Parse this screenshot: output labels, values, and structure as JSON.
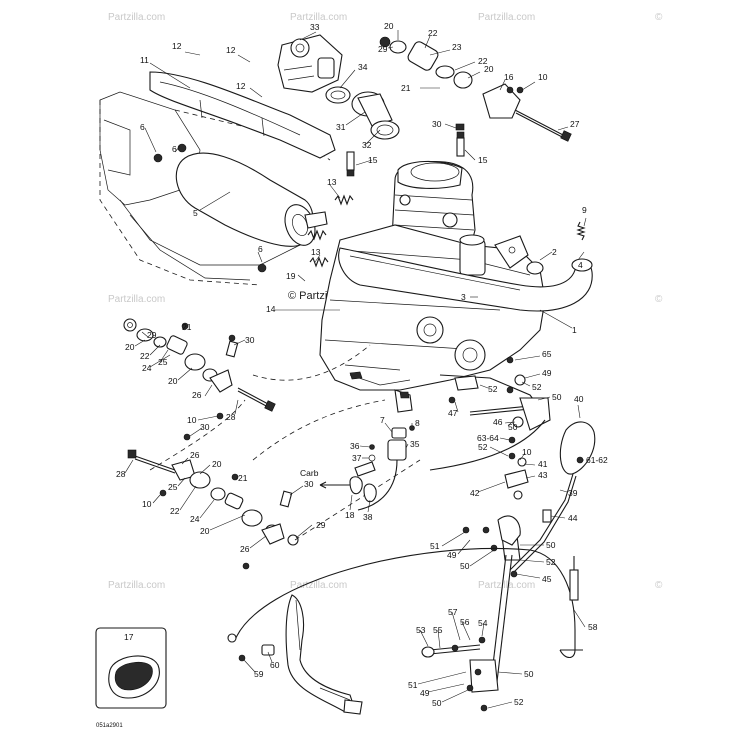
{
  "watermark": "Partzilla.com",
  "center_watermark": "© Partzilla.com",
  "carb_label": "Carb",
  "drawing_code": "051a2901",
  "inset_label": "17",
  "callouts": [
    {
      "id": "c12a",
      "text": "12"
    },
    {
      "id": "c12b",
      "text": "12"
    },
    {
      "id": "c12c",
      "text": "12"
    },
    {
      "id": "c11",
      "text": "11"
    },
    {
      "id": "c33",
      "text": "33"
    },
    {
      "id": "c34",
      "text": "34"
    },
    {
      "id": "c31",
      "text": "31"
    },
    {
      "id": "c32",
      "text": "32"
    },
    {
      "id": "c20a",
      "text": "20"
    },
    {
      "id": "c29a",
      "text": "29"
    },
    {
      "id": "c22a",
      "text": "22"
    },
    {
      "id": "c23",
      "text": "23"
    },
    {
      "id": "c22b",
      "text": "22"
    },
    {
      "id": "c20b",
      "text": "20"
    },
    {
      "id": "c21a",
      "text": "21"
    },
    {
      "id": "c16",
      "text": "16"
    },
    {
      "id": "c10a",
      "text": "10"
    },
    {
      "id": "c30a",
      "text": "30"
    },
    {
      "id": "c27",
      "text": "27"
    },
    {
      "id": "c15a",
      "text": "15"
    },
    {
      "id": "c15b",
      "text": "15"
    },
    {
      "id": "c6a",
      "text": "6"
    },
    {
      "id": "c6b",
      "text": "6"
    },
    {
      "id": "c5",
      "text": "5"
    },
    {
      "id": "c6c",
      "text": "6"
    },
    {
      "id": "c13a",
      "text": "13"
    },
    {
      "id": "c13b",
      "text": "13"
    },
    {
      "id": "c19",
      "text": "19"
    },
    {
      "id": "c14",
      "text": "14"
    },
    {
      "id": "c9",
      "text": "9"
    },
    {
      "id": "c2",
      "text": "2"
    },
    {
      "id": "c4",
      "text": "4"
    },
    {
      "id": "c3",
      "text": "3"
    },
    {
      "id": "c1",
      "text": "1"
    },
    {
      "id": "c29b",
      "text": "29"
    },
    {
      "id": "c21b",
      "text": "21"
    },
    {
      "id": "c20c",
      "text": "20"
    },
    {
      "id": "c22c",
      "text": "22"
    },
    {
      "id": "c25a",
      "text": "25"
    },
    {
      "id": "c24a",
      "text": "24"
    },
    {
      "id": "c20d",
      "text": "20"
    },
    {
      "id": "c30b",
      "text": "30"
    },
    {
      "id": "c26a",
      "text": "26"
    },
    {
      "id": "c28a",
      "text": "28"
    },
    {
      "id": "c10b",
      "text": "10"
    },
    {
      "id": "c30c",
      "text": "30"
    },
    {
      "id": "c65",
      "text": "65"
    },
    {
      "id": "c49a",
      "text": "49"
    },
    {
      "id": "c52a",
      "text": "52"
    },
    {
      "id": "c52b",
      "text": "52"
    },
    {
      "id": "c50a",
      "text": "50"
    },
    {
      "id": "c40",
      "text": "40"
    },
    {
      "id": "c47",
      "text": "47"
    },
    {
      "id": "c46",
      "text": "46"
    },
    {
      "id": "c50b",
      "text": "50"
    },
    {
      "id": "c6364",
      "text": "63-64"
    },
    {
      "id": "c52c",
      "text": "52"
    },
    {
      "id": "c7",
      "text": "7"
    },
    {
      "id": "c8",
      "text": "8"
    },
    {
      "id": "c36",
      "text": "36"
    },
    {
      "id": "c35",
      "text": "35"
    },
    {
      "id": "c37",
      "text": "37"
    },
    {
      "id": "c10c",
      "text": "10"
    },
    {
      "id": "c41",
      "text": "41"
    },
    {
      "id": "c43",
      "text": "43"
    },
    {
      "id": "c6162",
      "text": "61-62"
    },
    {
      "id": "c28b",
      "text": "28"
    },
    {
      "id": "c26b",
      "text": "26"
    },
    {
      "id": "c20e",
      "text": "20"
    },
    {
      "id": "c21c",
      "text": "21"
    },
    {
      "id": "c25b",
      "text": "25"
    },
    {
      "id": "c10d",
      "text": "10"
    },
    {
      "id": "c22d",
      "text": "22"
    },
    {
      "id": "c24b",
      "text": "24"
    },
    {
      "id": "c20f",
      "text": "20"
    },
    {
      "id": "c30d",
      "text": "30"
    },
    {
      "id": "c18",
      "text": "18"
    },
    {
      "id": "c38",
      "text": "38"
    },
    {
      "id": "c42",
      "text": "42"
    },
    {
      "id": "c39",
      "text": "39"
    },
    {
      "id": "c44",
      "text": "44"
    },
    {
      "id": "c29c",
      "text": "29"
    },
    {
      "id": "c26c",
      "text": "26"
    },
    {
      "id": "c51a",
      "text": "51"
    },
    {
      "id": "c49b",
      "text": "49"
    },
    {
      "id": "c50c",
      "text": "50"
    },
    {
      "id": "c50d",
      "text": "50"
    },
    {
      "id": "c52d",
      "text": "52"
    },
    {
      "id": "c45",
      "text": "45"
    },
    {
      "id": "c58",
      "text": "58"
    },
    {
      "id": "c57",
      "text": "57"
    },
    {
      "id": "c53",
      "text": "53"
    },
    {
      "id": "c55",
      "text": "55"
    },
    {
      "id": "c56",
      "text": "56"
    },
    {
      "id": "c54",
      "text": "54"
    },
    {
      "id": "c60",
      "text": "60"
    },
    {
      "id": "c59",
      "text": "59"
    },
    {
      "id": "c51b",
      "text": "51"
    },
    {
      "id": "c49c",
      "text": "49"
    },
    {
      "id": "c50e",
      "text": "50"
    },
    {
      "id": "c50f",
      "text": "50"
    },
    {
      "id": "c52e",
      "text": "52"
    }
  ]
}
